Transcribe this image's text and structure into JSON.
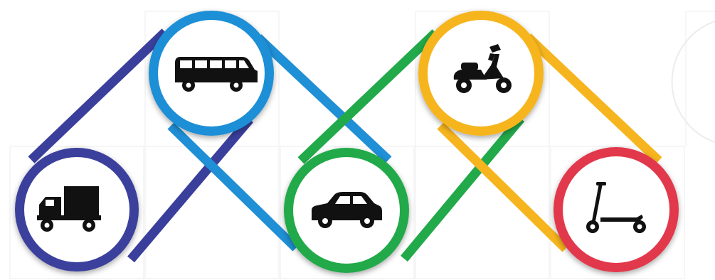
{
  "colors": {
    "background": "#ffffff",
    "grid_line": "#ececec",
    "navy": "#3a3f9c",
    "blue": "#1f8fd6",
    "green": "#22a94a",
    "yellow": "#f6b51e",
    "red": "#e2394b",
    "icon": "#111111"
  },
  "nodes": [
    {
      "id": "truck",
      "icon": "truck-icon",
      "ring_color": "navy"
    },
    {
      "id": "limousine",
      "icon": "limousine-icon",
      "ring_color": "blue"
    },
    {
      "id": "car",
      "icon": "car-icon",
      "ring_color": "green"
    },
    {
      "id": "scooter",
      "icon": "motor-scooter-icon",
      "ring_color": "yellow"
    },
    {
      "id": "kick-scooter",
      "icon": "kick-scooter-icon",
      "ring_color": "red"
    }
  ],
  "links": [
    {
      "from": "truck",
      "to": "limousine",
      "color": "navy"
    },
    {
      "from": "limousine",
      "to": "car",
      "color": "blue"
    },
    {
      "from": "car",
      "to": "scooter",
      "color": "green"
    },
    {
      "from": "scooter",
      "to": "kick-scooter",
      "color": "yellow"
    }
  ]
}
